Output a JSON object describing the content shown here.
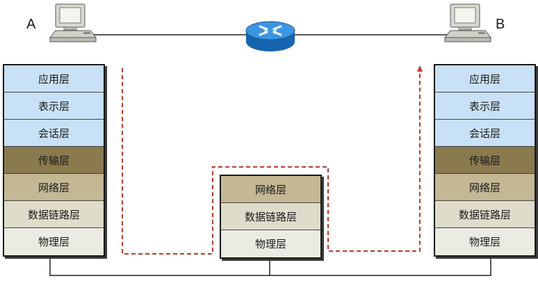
{
  "hosts": {
    "a_label": "A",
    "b_label": "B"
  },
  "stacks": {
    "host_a": [
      "应用层",
      "表示层",
      "会话层",
      "传输层",
      "网络层",
      "数据链路层",
      "物理层"
    ],
    "router": [
      "网络层",
      "数据链路层",
      "物理层"
    ],
    "host_b": [
      "应用层",
      "表示层",
      "会话层",
      "传输层",
      "网络层",
      "数据链路层",
      "物理层"
    ]
  },
  "colors": {
    "application_group": "#c9e1f6",
    "transport": "#8a7a4e",
    "network": "#c4b794",
    "data_link": "#e0dccb",
    "physical": "#ecebe3",
    "data_path": "#c0392b",
    "router": "#1e78c8"
  },
  "icons": {
    "host_a": "computer-icon",
    "host_b": "computer-icon",
    "router": "router-icon"
  }
}
